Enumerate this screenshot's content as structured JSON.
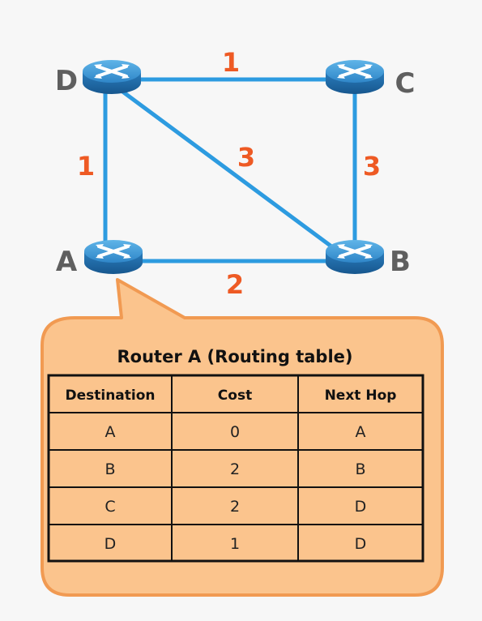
{
  "nodes": [
    {
      "id": "A",
      "label": "A"
    },
    {
      "id": "B",
      "label": "B"
    },
    {
      "id": "C",
      "label": "C"
    },
    {
      "id": "D",
      "label": "D"
    }
  ],
  "links": [
    {
      "from": "D",
      "to": "C",
      "cost": "1"
    },
    {
      "from": "D",
      "to": "A",
      "cost": "1"
    },
    {
      "from": "D",
      "to": "B",
      "cost": "3"
    },
    {
      "from": "C",
      "to": "B",
      "cost": "3"
    },
    {
      "from": "A",
      "to": "B",
      "cost": "2"
    }
  ],
  "routing_table": {
    "title": "Router A (Routing table)",
    "headers": [
      "Destination",
      "Cost",
      "Next Hop"
    ],
    "rows": [
      [
        "A",
        "0",
        "A"
      ],
      [
        "B",
        "2",
        "B"
      ],
      [
        "C",
        "2",
        "D"
      ],
      [
        "D",
        "1",
        "D"
      ]
    ]
  },
  "colors": {
    "link": "#2d9be0",
    "cost_label": "#ee5a24",
    "router_top": "#3d9ad6",
    "router_side": "#1f6fae",
    "callout_fill": "#fbc48d",
    "callout_stroke": "#f19a52",
    "table_fill": "#fbc48d",
    "table_border": "#111111"
  }
}
